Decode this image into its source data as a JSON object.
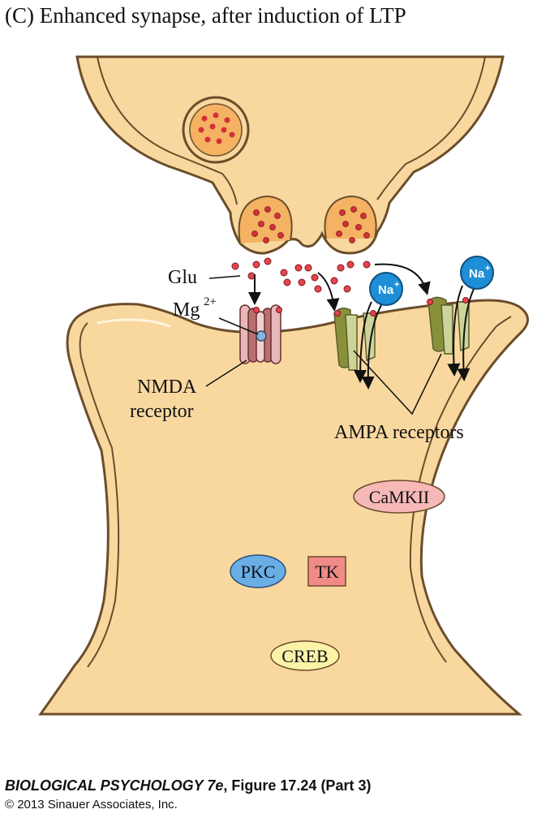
{
  "panel_title": "(C)  Enhanced synapse, after induction of LTP",
  "labels": {
    "glu": "Glu",
    "mg": "Mg",
    "mg_sup": "2+",
    "nmda_line1": "NMDA",
    "nmda_line2": "receptor",
    "ampa": "AMPA receptors",
    "na": "Na",
    "na_sup": "+"
  },
  "molecules": {
    "camkii": "CaMKII",
    "pkc": "PKC",
    "tk": "TK",
    "creb": "CREB"
  },
  "caption": {
    "book": "BIOLOGICAL PSYCHOLOGY 7e",
    "figure": ", Figure 17.24 (Part 3)",
    "copyright": "© 2013 Sinauer Associates, Inc."
  },
  "colors": {
    "cytoplasm": "#f9d8a0",
    "membrane_outline": "#6b4d2a",
    "vesicle_fill": "#f4b262",
    "glutamate": "#d4303a",
    "nmda_receptor": "#d6a0a0",
    "ampa_receptor": "#c8cf8a",
    "sodium_ion": "#1e8fd6",
    "camkii": "#f7b8b8",
    "pkc": "#6aaee6",
    "tk": "#f08a86",
    "creb": "#fbf3a8"
  }
}
